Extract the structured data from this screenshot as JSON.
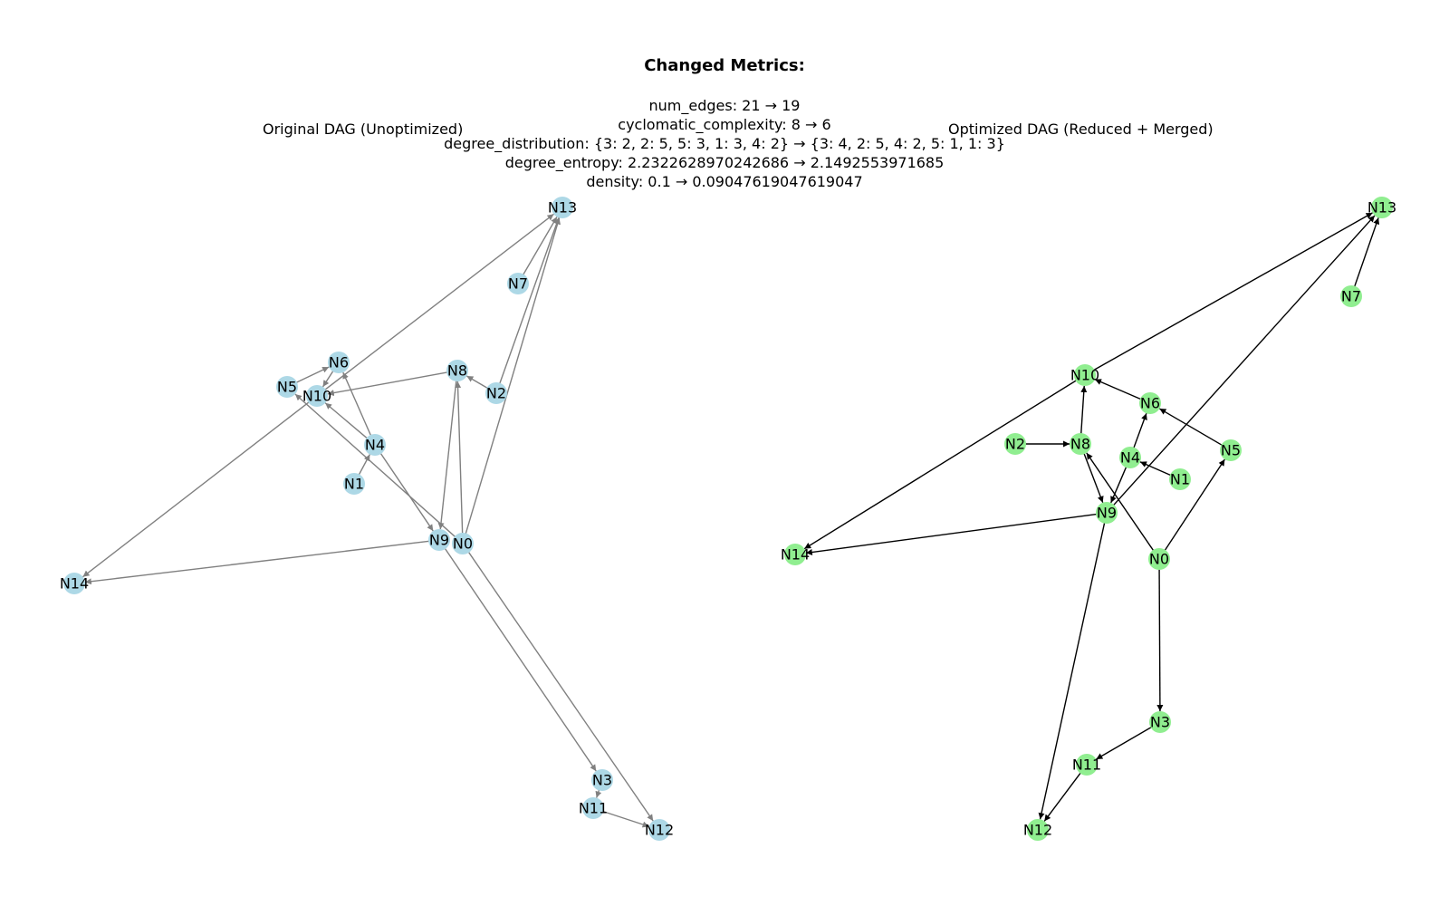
{
  "metrics": {
    "heading": "Changed Metrics:",
    "lines": [
      "num_edges: 21 → 19",
      "cyclomatic_complexity: 8 → 6",
      "degree_distribution: {3: 2, 2: 5, 5: 3, 1: 3, 4: 2} → {3: 4, 2: 5, 4: 2, 5: 1, 1: 3}",
      "degree_entropy: 2.2322628970242686 → 2.1492553971685",
      "density: 0.1 → 0.09047619047619047"
    ]
  },
  "panels": {
    "original": {
      "title": "Original DAG (Unoptimized)",
      "node_color": "#add8e6",
      "edge_color": "#808080",
      "nodes": [
        "N0",
        "N1",
        "N2",
        "N3",
        "N4",
        "N5",
        "N6",
        "N7",
        "N8",
        "N9",
        "N10",
        "N11",
        "N12",
        "N13",
        "N14"
      ],
      "edges": [
        [
          "N0",
          "N8"
        ],
        [
          "N0",
          "N12"
        ],
        [
          "N0",
          "N5"
        ],
        [
          "N0",
          "N13"
        ],
        [
          "N1",
          "N4"
        ],
        [
          "N2",
          "N8"
        ],
        [
          "N2",
          "N13"
        ],
        [
          "N3",
          "N11"
        ],
        [
          "N4",
          "N6"
        ],
        [
          "N4",
          "N10"
        ],
        [
          "N4",
          "N9"
        ],
        [
          "N5",
          "N6"
        ],
        [
          "N6",
          "N10"
        ],
        [
          "N7",
          "N13"
        ],
        [
          "N8",
          "N10"
        ],
        [
          "N8",
          "N9"
        ],
        [
          "N9",
          "N14"
        ],
        [
          "N9",
          "N3"
        ],
        [
          "N10",
          "N13"
        ],
        [
          "N10",
          "N14"
        ],
        [
          "N11",
          "N12"
        ]
      ]
    },
    "optimized": {
      "title": "Optimized DAG (Reduced + Merged)",
      "node_color": "#90ee90",
      "edge_color": "#000000",
      "nodes": [
        "N0",
        "N1",
        "N2",
        "N3",
        "N4",
        "N5",
        "N6",
        "N7",
        "N8",
        "N9",
        "N10",
        "N11",
        "N12",
        "N13",
        "N14"
      ],
      "edges": [
        [
          "N0",
          "N5"
        ],
        [
          "N0",
          "N3"
        ],
        [
          "N0",
          "N8"
        ],
        [
          "N1",
          "N4"
        ],
        [
          "N2",
          "N8"
        ],
        [
          "N3",
          "N11"
        ],
        [
          "N4",
          "N6"
        ],
        [
          "N5",
          "N6"
        ],
        [
          "N6",
          "N10"
        ],
        [
          "N7",
          "N13"
        ],
        [
          "N8",
          "N10"
        ],
        [
          "N8",
          "N9"
        ],
        [
          "N9",
          "N13"
        ],
        [
          "N9",
          "N14"
        ],
        [
          "N9",
          "N12"
        ],
        [
          "N10",
          "N13"
        ],
        [
          "N10",
          "N14"
        ],
        [
          "N11",
          "N12"
        ],
        [
          "N4",
          "N9"
        ]
      ]
    }
  }
}
